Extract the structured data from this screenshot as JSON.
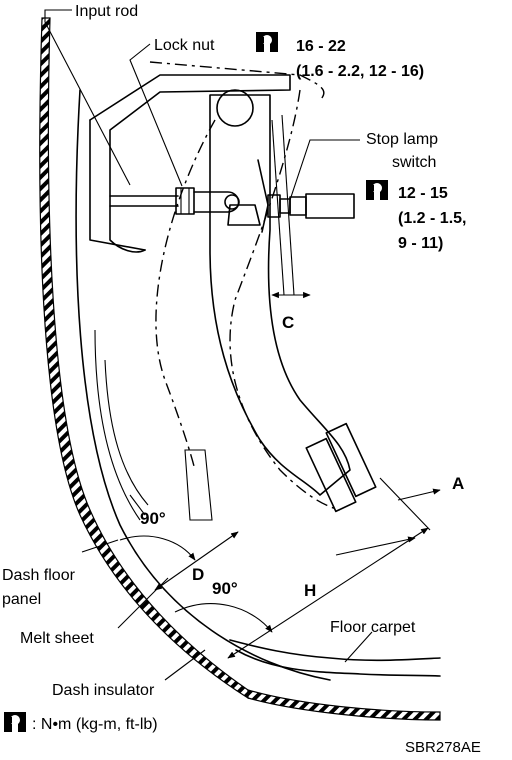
{
  "labels": {
    "input_rod": "Input rod",
    "lock_nut": "Lock nut",
    "lock_nut_torque": "16 - 22",
    "lock_nut_torque_alt": "(1.6 - 2.2, 12 - 16)",
    "stop_lamp_line1": "Stop lamp",
    "stop_lamp_line2": "switch",
    "stop_lamp_torque": "12 - 15",
    "stop_lamp_torque_alt1": "(1.2 - 1.5,",
    "stop_lamp_torque_alt2": "9 - 11)",
    "dim_c": "C",
    "dim_a": "A",
    "dim_h": "H",
    "dim_d": "D",
    "angle_upper": "90°",
    "angle_lower": "90°",
    "dash_floor_line1": "Dash floor",
    "dash_floor_line2": "panel",
    "melt_sheet": "Melt sheet",
    "floor_carpet": "Floor carpet",
    "dash_insulator": "Dash insulator",
    "legend_units": ": N•m (kg-m, ft-lb)",
    "figure_code": "SBR278AE"
  },
  "icons": {
    "torque": "torque-wrench-icon"
  }
}
